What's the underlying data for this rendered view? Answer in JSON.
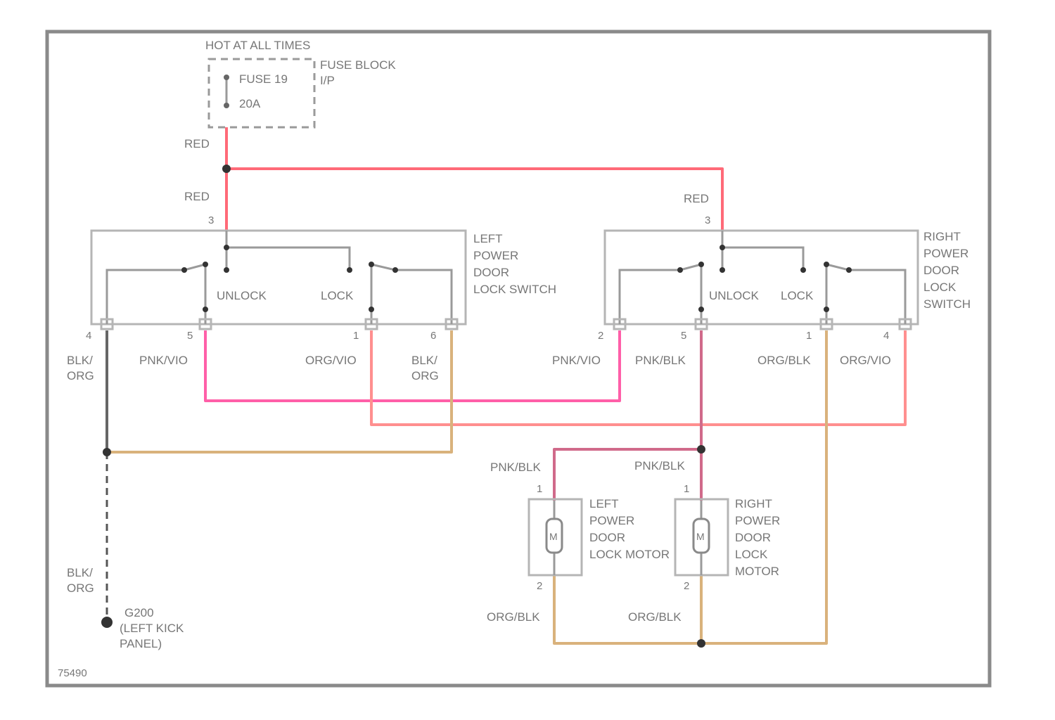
{
  "colors": {
    "red": "#ff6a78",
    "pnk_vio": "#ff5fa8",
    "org_vio": "#ff8f8f",
    "tan": "#d9b27c",
    "pnk_blk": "#d06a8a",
    "blk_org": "#666666",
    "frame": "#8a8a8a"
  },
  "fuse": {
    "hot_label": "HOT AT ALL TIMES",
    "fuse_name": "FUSE 19",
    "fuse_rating": "20A",
    "block_line1": "FUSE BLOCK",
    "block_line2": "I/P"
  },
  "wires": {
    "red_1": "RED",
    "red_2": "RED",
    "red_3": "RED",
    "blk_org_left_1": "BLK/",
    "blk_org_left_2": "ORG",
    "pnk_vio_1": "PNK/VIO",
    "org_vio_1": "ORG/VIO",
    "blk_org_right_1": "BLK/",
    "blk_org_right_2": "ORG",
    "pnk_vio_2": "PNK/VIO",
    "pnk_blk_1": "PNK/BLK",
    "org_blk_1": "ORG/BLK",
    "org_vio_2": "ORG/VIO",
    "pnk_blk_2": "PNK/BLK",
    "pnk_blk_3": "PNK/BLK",
    "blk_org_ground_1": "BLK/",
    "blk_org_ground_2": "ORG",
    "org_blk_2": "ORG/BLK",
    "org_blk_3": "ORG/BLK"
  },
  "left_switch": {
    "name": [
      "LEFT",
      "POWER",
      "DOOR",
      "LOCK SWITCH"
    ],
    "unlock": "UNLOCK",
    "lock": "LOCK",
    "pin_top": "3",
    "pin_1": "4",
    "pin_2": "5",
    "pin_3": "1",
    "pin_4": "6"
  },
  "right_switch": {
    "name": [
      "RIGHT",
      "POWER",
      "DOOR",
      "LOCK",
      "SWITCH"
    ],
    "unlock": "UNLOCK",
    "lock": "LOCK",
    "pin_top": "3",
    "pin_1": "2",
    "pin_2": "5",
    "pin_3": "1",
    "pin_4": "4"
  },
  "left_motor": {
    "name": [
      "LEFT",
      "POWER",
      "DOOR",
      "LOCK MOTOR"
    ],
    "symbol": "M",
    "pin_top": "1",
    "pin_bottom": "2"
  },
  "right_motor": {
    "name": [
      "RIGHT",
      "POWER",
      "DOOR",
      "LOCK",
      "MOTOR"
    ],
    "symbol": "M",
    "pin_top": "1",
    "pin_bottom": "2"
  },
  "ground": {
    "name": [
      "G200",
      "(LEFT KICK",
      "PANEL)"
    ]
  },
  "figure_id": "75490"
}
